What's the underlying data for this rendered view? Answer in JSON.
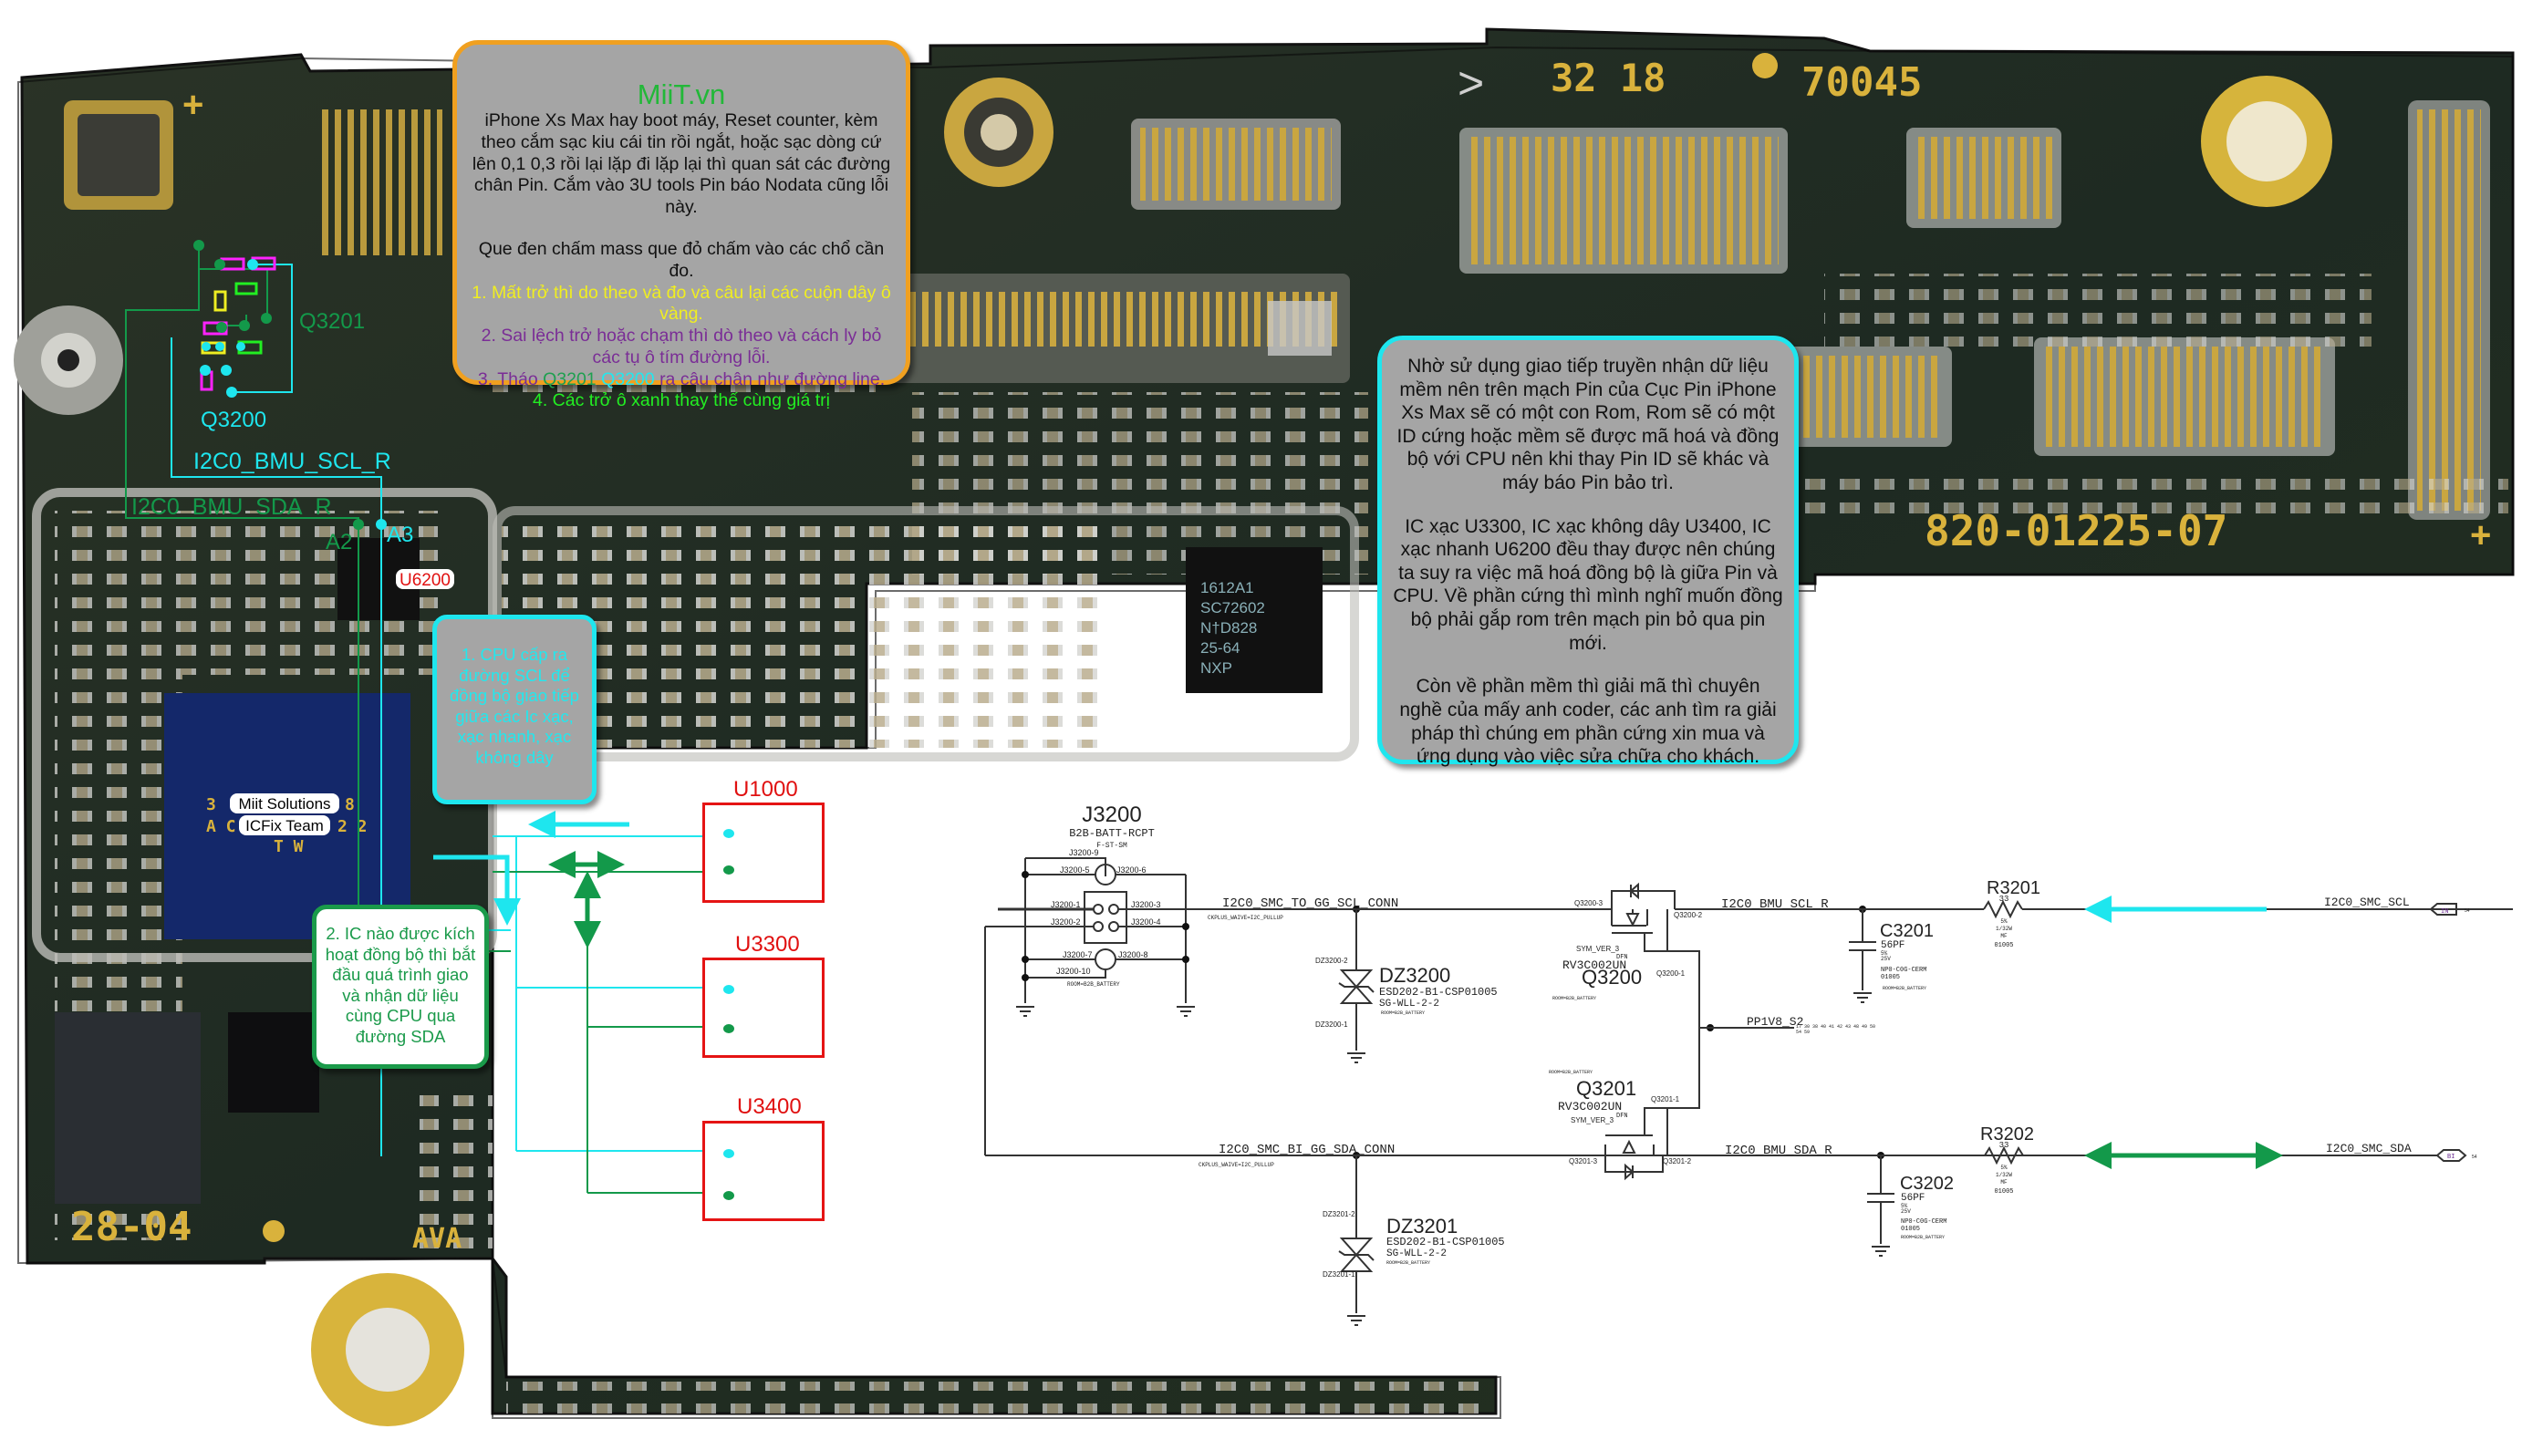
{
  "board": {
    "silkscreen": {
      "top_date": "32 18",
      "top_code": "70045",
      "part_number": "820-01225-07",
      "bottom_code": "28-04",
      "bottom_mark": "AVA",
      "ic_marking": [
        "1612A1",
        "SC72602",
        "N†D828",
        "25-64",
        "NXP"
      ],
      "cpu_watermark": [
        "Miit Solutions",
        "ICFix Team"
      ],
      "cpu_silk_left": [
        "3",
        "A C"
      ],
      "cpu_silk_right": [
        "8",
        "2 2"
      ],
      "cpu_silk_bottom": "T W"
    },
    "labels": {
      "q3201": "Q3201",
      "q3200": "Q3200",
      "scl_net": "I2C0_BMU_SCL_R",
      "sda_net": "I2C0_BMU_SDA_R",
      "pin_a2": "A2",
      "pin_a3": "A3",
      "u6200": "U6200"
    }
  },
  "notes": {
    "top": {
      "brand": "MiiT.vn",
      "paragraph": "iPhone Xs Max hay boot máy, Reset counter, kèm theo cắm sạc kiu cái tin rồi ngắt, hoặc sạc dòng cứ lên 0,1 0,3 rồi lại lặp đi lặp lại thì quan sát các đường chân Pin. Cắm vào 3U tools Pin báo Nodata cũng lỗi này.",
      "instruction": "Que đen chấm mass que đỏ chấm vào các chổ cần đo.",
      "step1": "1. Mất trở thì do theo và đo và câu lại các cuộn dây ô vàng.",
      "step2": "2. Sai lệch trở hoặc chạm thì dò theo và cách ly bỏ các tụ ô tím đường lỗi.",
      "step3_prefix": "3. Tháo",
      "step3_q3201": "Q3201",
      "step3_q3200": "Q3200",
      "step3_suffix": "ra câu chân như đường line.",
      "step4": "4. Các trở ô xanh thay thế cùng giá trị"
    },
    "right": {
      "p1": "Nhờ sử dụng giao tiếp truyền nhận dữ liệu mềm nên trên mạch Pin của Cục Pin iPhone Xs Max sẽ có một con Rom, Rom sẽ có một ID cứng hoặc mềm sẽ được mã hoá và đồng bộ với CPU nên khi thay Pin ID sẽ khác và máy báo Pin bảo trì.",
      "p2": "IC xạc U3300, IC xạc không dây U3400, IC xạc nhanh U6200 đều thay được nên chúng ta suy ra việc mã hoá đồng bộ là giữa Pin và CPU. Về phần cứng thì mình nghĩ muốn đồng bộ phải gắp rom trên mạch pin bỏ qua pin mới.",
      "p3": "Còn về phần mềm thì giải mã thì chuyên nghề của mấy anh coder, các anh tìm ra giải pháp thì chúng em phần cứng xin mua và ứng dụng vào việc sửa chữa cho khách."
    },
    "cpu": {
      "text": "1. CPU cấp ra đường SCL để đồng bộ giao tiếp giữa các Ic xạc, xạc nhanh, xạc không dây"
    },
    "ic": {
      "text": "2. IC nào được kích hoạt đồng bộ thì bắt đầu quá trình giao và nhận dữ liệu cùng CPU qua đường SDA"
    }
  },
  "chips": [
    {
      "name": "U1000"
    },
    {
      "name": "U3300"
    },
    {
      "name": "U3400"
    }
  ],
  "colors": {
    "scl": "#1ee6ee",
    "sda": "#13994a",
    "chip_border": "#e51414",
    "note_bg": "#a5a5a5",
    "note_border_orange": "#f0a020"
  },
  "schematic": {
    "j3200": {
      "ref": "J3200",
      "part": "B2B-BATT-RCPT",
      "pkg": "F-ST-SM",
      "room": "ROOM=B2B_BATTERY",
      "pins": [
        "J3200-9",
        "J3200-5",
        "J3200-6",
        "J3200-1",
        "J3200-3",
        "J3200-2",
        "J3200-4",
        "J3200-7",
        "J3200-8",
        "J3200-10"
      ]
    },
    "nets": {
      "scl_conn": "I2C0_SMC_TO_GG_SCL_CONN",
      "sda_conn": "I2C0_SMC_BI_GG_SDA_CONN",
      "pullup_note": "CKPLUS_WAIVE=I2C_PULLUP",
      "scl_r": "I2C0_BMU_SCL_R",
      "sda_r": "I2C0_BMU_SDA_R",
      "pp1v8": "PP1V8_S2",
      "pp1v8_pages_top": "17 30 38 40 41 42 43 48 49 50",
      "pp1v8_pages_bottom": "54 59",
      "smc_scl": "I2C0_SMC_SCL",
      "smc_sda": "I2C0_SMC_SDA",
      "scl_port": "IN",
      "sda_port": "BI",
      "page_ref": "54"
    },
    "dz3200": {
      "ref": "DZ3200",
      "part": "ESD202-B1-CSP01005",
      "pkg": "SG-WLL-2-2",
      "room": "ROOM=B2B_BATTERY",
      "pin_top": "DZ3200-2",
      "pin_bottom": "DZ3200-1"
    },
    "dz3201": {
      "ref": "DZ3201",
      "part": "ESD202-B1-CSP01005",
      "pkg": "SG-WLL-2-2",
      "room": "ROOM=B2B_BATTERY",
      "pin_top": "DZ3201-2",
      "pin_bottom": "DZ3201-1"
    },
    "q3200": {
      "ref": "Q3200",
      "part": "RV3C002UN",
      "pkg": "DFN",
      "sym": "SYM_VER_3",
      "room": "ROOM=B2B_BATTERY",
      "pin_d": "Q3200-3",
      "pin_s": "Q3200-2",
      "pin_g": "Q3200-1"
    },
    "q3201": {
      "ref": "Q3201",
      "part": "RV3C002UN",
      "pkg": "DFN",
      "sym": "SYM_VER_3",
      "room": "ROOM=B2B_BATTERY",
      "pin_d": "Q3201-3",
      "pin_s": "Q3201-2",
      "pin_g": "Q3201-1"
    },
    "c3201": {
      "ref": "C3201",
      "value": "56PF",
      "tol": "5%",
      "volt": "25V",
      "type": "NP0-C0G-CERM",
      "size": "01005",
      "room": "ROOM=B2B_BATTERY"
    },
    "c3202": {
      "ref": "C3202",
      "value": "56PF",
      "tol": "5%",
      "volt": "25V",
      "type": "NP0-C0G-CERM",
      "size": "01005",
      "room": "ROOM=B2B_BATTERY"
    },
    "r3201": {
      "ref": "R3201",
      "value": "33",
      "tol": "5%",
      "power": "1/32W",
      "type": "MF",
      "size": "01005"
    },
    "r3202": {
      "ref": "R3202",
      "value": "33",
      "tol": "5%",
      "power": "1/32W",
      "type": "MF",
      "size": "01005"
    }
  }
}
